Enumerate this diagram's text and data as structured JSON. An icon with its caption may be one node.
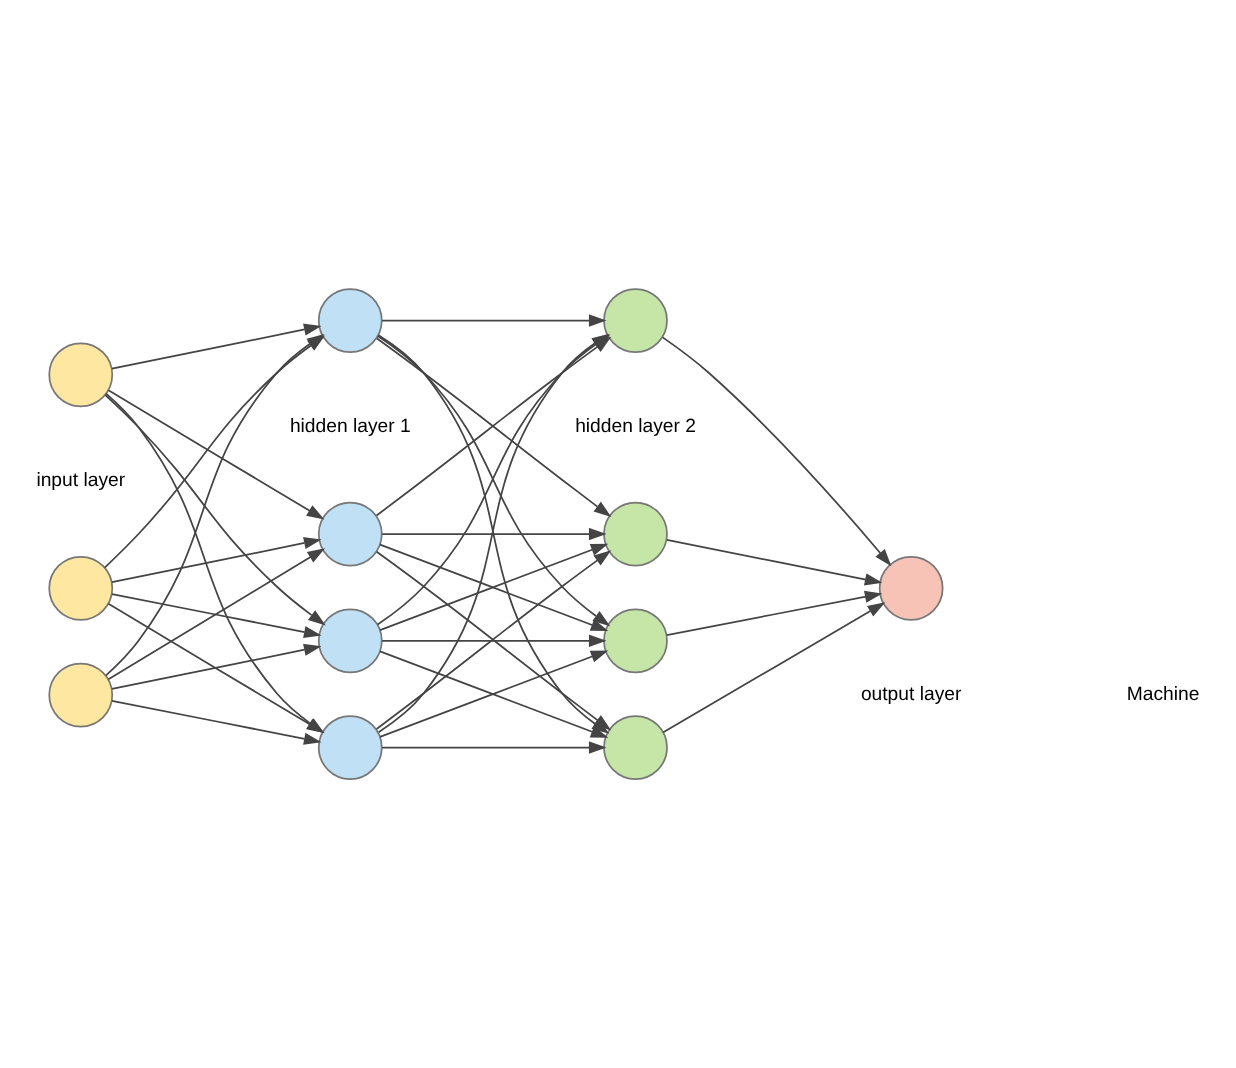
{
  "diagram": {
    "nodes": [
      {
        "text": [],
        "shape": "circle"
      },
      {
        "text": [],
        "shape": "circle"
      },
      {
        "text": [],
        "shape": "circle"
      },
      {
        "text": [],
        "shape": "circle"
      },
      {
        "text": [],
        "shape": "circle"
      },
      {
        "text": [],
        "shape": "circle"
      },
      {
        "text": [],
        "shape": "circle"
      },
      {
        "text": [],
        "shape": "circle"
      },
      {
        "text": [],
        "shape": "circle"
      },
      {
        "text": [],
        "shape": "circle"
      },
      {
        "text": [],
        "shape": "circle"
      },
      {
        "text": [],
        "shape": "circle"
      }
    ],
    "edges": [
      {
        "from": 0,
        "to": 3,
        "arrow": "to"
      },
      {
        "from": 0,
        "to": 4,
        "arrow": "to"
      },
      {
        "from": 0,
        "to": 5,
        "arrow": "to"
      },
      {
        "from": 0,
        "to": 6,
        "arrow": "to"
      },
      {
        "from": 1,
        "to": 3,
        "arrow": "to"
      },
      {
        "from": 1,
        "to": 4,
        "arrow": "to"
      },
      {
        "from": 1,
        "to": 5,
        "arrow": "to"
      },
      {
        "from": 1,
        "to": 6,
        "arrow": "to"
      },
      {
        "from": 2,
        "to": 3,
        "arrow": "to"
      },
      {
        "from": 2,
        "to": 4,
        "arrow": "to"
      },
      {
        "from": 2,
        "to": 5,
        "arrow": "to"
      },
      {
        "from": 2,
        "to": 6,
        "arrow": "to"
      },
      {
        "from": 3,
        "to": 7,
        "arrow": "to"
      },
      {
        "from": 3,
        "to": 8,
        "arrow": "to"
      },
      {
        "from": 3,
        "to": 9,
        "arrow": "to"
      },
      {
        "from": 3,
        "to": 10,
        "arrow": "to"
      },
      {
        "from": 4,
        "to": 7,
        "arrow": "to"
      },
      {
        "from": 4,
        "to": 8,
        "arrow": "to"
      },
      {
        "from": 4,
        "to": 9,
        "arrow": "to"
      },
      {
        "from": 4,
        "to": 10,
        "arrow": "to"
      },
      {
        "from": 5,
        "to": 7,
        "arrow": "to"
      },
      {
        "from": 5,
        "to": 8,
        "arrow": "to"
      },
      {
        "from": 5,
        "to": 9,
        "arrow": "to"
      },
      {
        "from": 5,
        "to": 10,
        "arrow": "to"
      },
      {
        "from": 6,
        "to": 7,
        "arrow": "to"
      },
      {
        "from": 6,
        "to": 8,
        "arrow": "to"
      },
      {
        "from": 6,
        "to": 9,
        "arrow": "to"
      },
      {
        "from": 6,
        "to": 10,
        "arrow": "to"
      },
      {
        "from": 7,
        "to": 11,
        "arrow": "to"
      },
      {
        "from": 8,
        "to": 11,
        "arrow": "to"
      },
      {
        "from": 9,
        "to": 11,
        "arrow": "to"
      },
      {
        "from": 10,
        "to": 11,
        "arrow": "to"
      }
    ],
    "labels": [
      "input layer",
      "hidden layer 1",
      "hidden layer 2",
      "output layer",
      "Machine"
    ]
  }
}
